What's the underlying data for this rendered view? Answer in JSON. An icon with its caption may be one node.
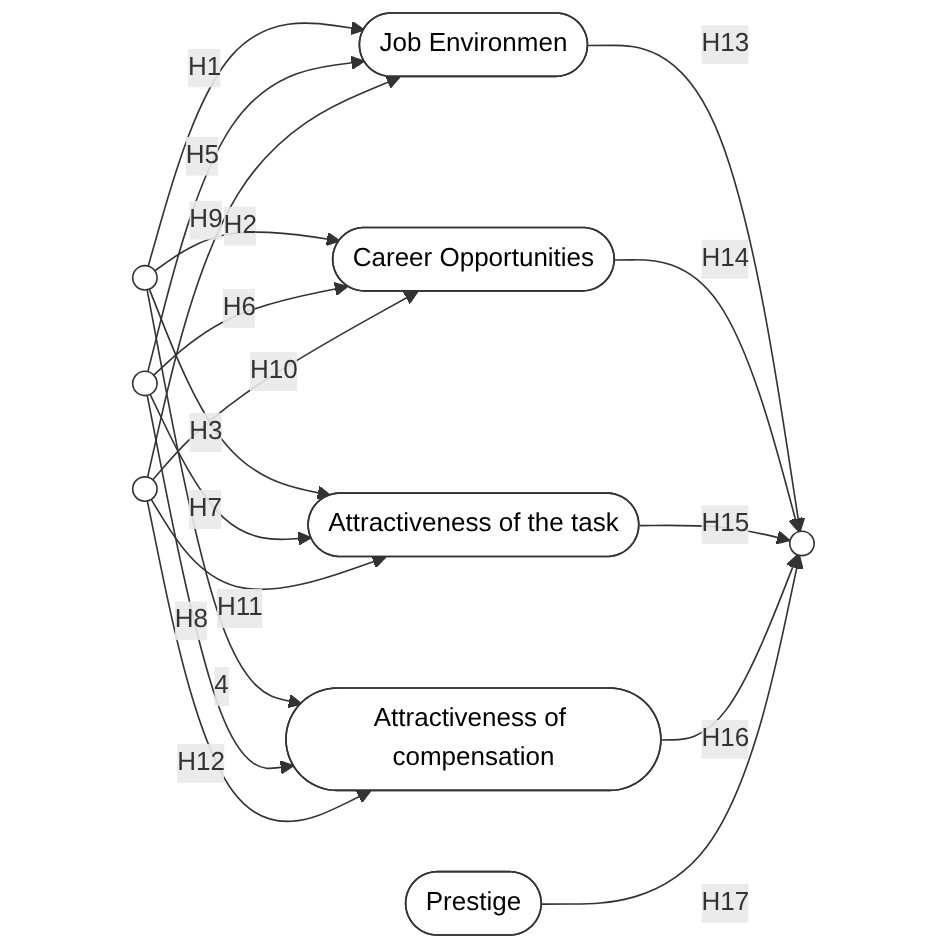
{
  "diagram": {
    "nodes": [
      {
        "text": [],
        "shape": "circle"
      },
      {
        "text": [],
        "shape": "circle"
      },
      {
        "text": [],
        "shape": "circle"
      },
      {
        "text": [
          "Job Environmen"
        ]
      },
      {
        "text": [
          "Career Opportunities"
        ]
      },
      {
        "text": [
          "Attractiveness of the task"
        ]
      },
      {
        "text": [
          "Attractiveness of compensation"
        ]
      },
      {
        "text": [
          "Prestige"
        ]
      },
      {
        "text": [],
        "shape": "circle"
      }
    ],
    "edges": [
      {
        "from": 0,
        "to": 3,
        "arrow": "to",
        "label": "H1"
      },
      {
        "from": 0,
        "to": 4,
        "arrow": "to",
        "label": "H2"
      },
      {
        "from": 0,
        "to": 5,
        "arrow": "to",
        "label": "H3"
      },
      {
        "from": 0,
        "to": 6,
        "arrow": "to",
        "label": "4"
      },
      {
        "from": 1,
        "to": 3,
        "arrow": "to",
        "label": "H5"
      },
      {
        "from": 1,
        "to": 4,
        "arrow": "to",
        "label": "H6"
      },
      {
        "from": 1,
        "to": 5,
        "arrow": "to",
        "label": "H7"
      },
      {
        "from": 1,
        "to": 6,
        "arrow": "to",
        "label": "H8"
      },
      {
        "from": 2,
        "to": 3,
        "arrow": "to",
        "label": "H9"
      },
      {
        "from": 2,
        "to": 4,
        "arrow": "to",
        "label": "H10"
      },
      {
        "from": 2,
        "to": 5,
        "arrow": "to",
        "label": "H11"
      },
      {
        "from": 2,
        "to": 6,
        "arrow": "to",
        "label": "H12"
      },
      {
        "from": 3,
        "to": 8,
        "arrow": "to",
        "label": "H13"
      },
      {
        "from": 4,
        "to": 8,
        "arrow": "to",
        "label": "H14"
      },
      {
        "from": 5,
        "to": 8,
        "arrow": "to",
        "label": "H15"
      },
      {
        "from": 6,
        "to": 8,
        "arrow": "to",
        "label": "H16"
      },
      {
        "from": 7,
        "to": 8,
        "arrow": "to",
        "label": "H17"
      }
    ]
  }
}
